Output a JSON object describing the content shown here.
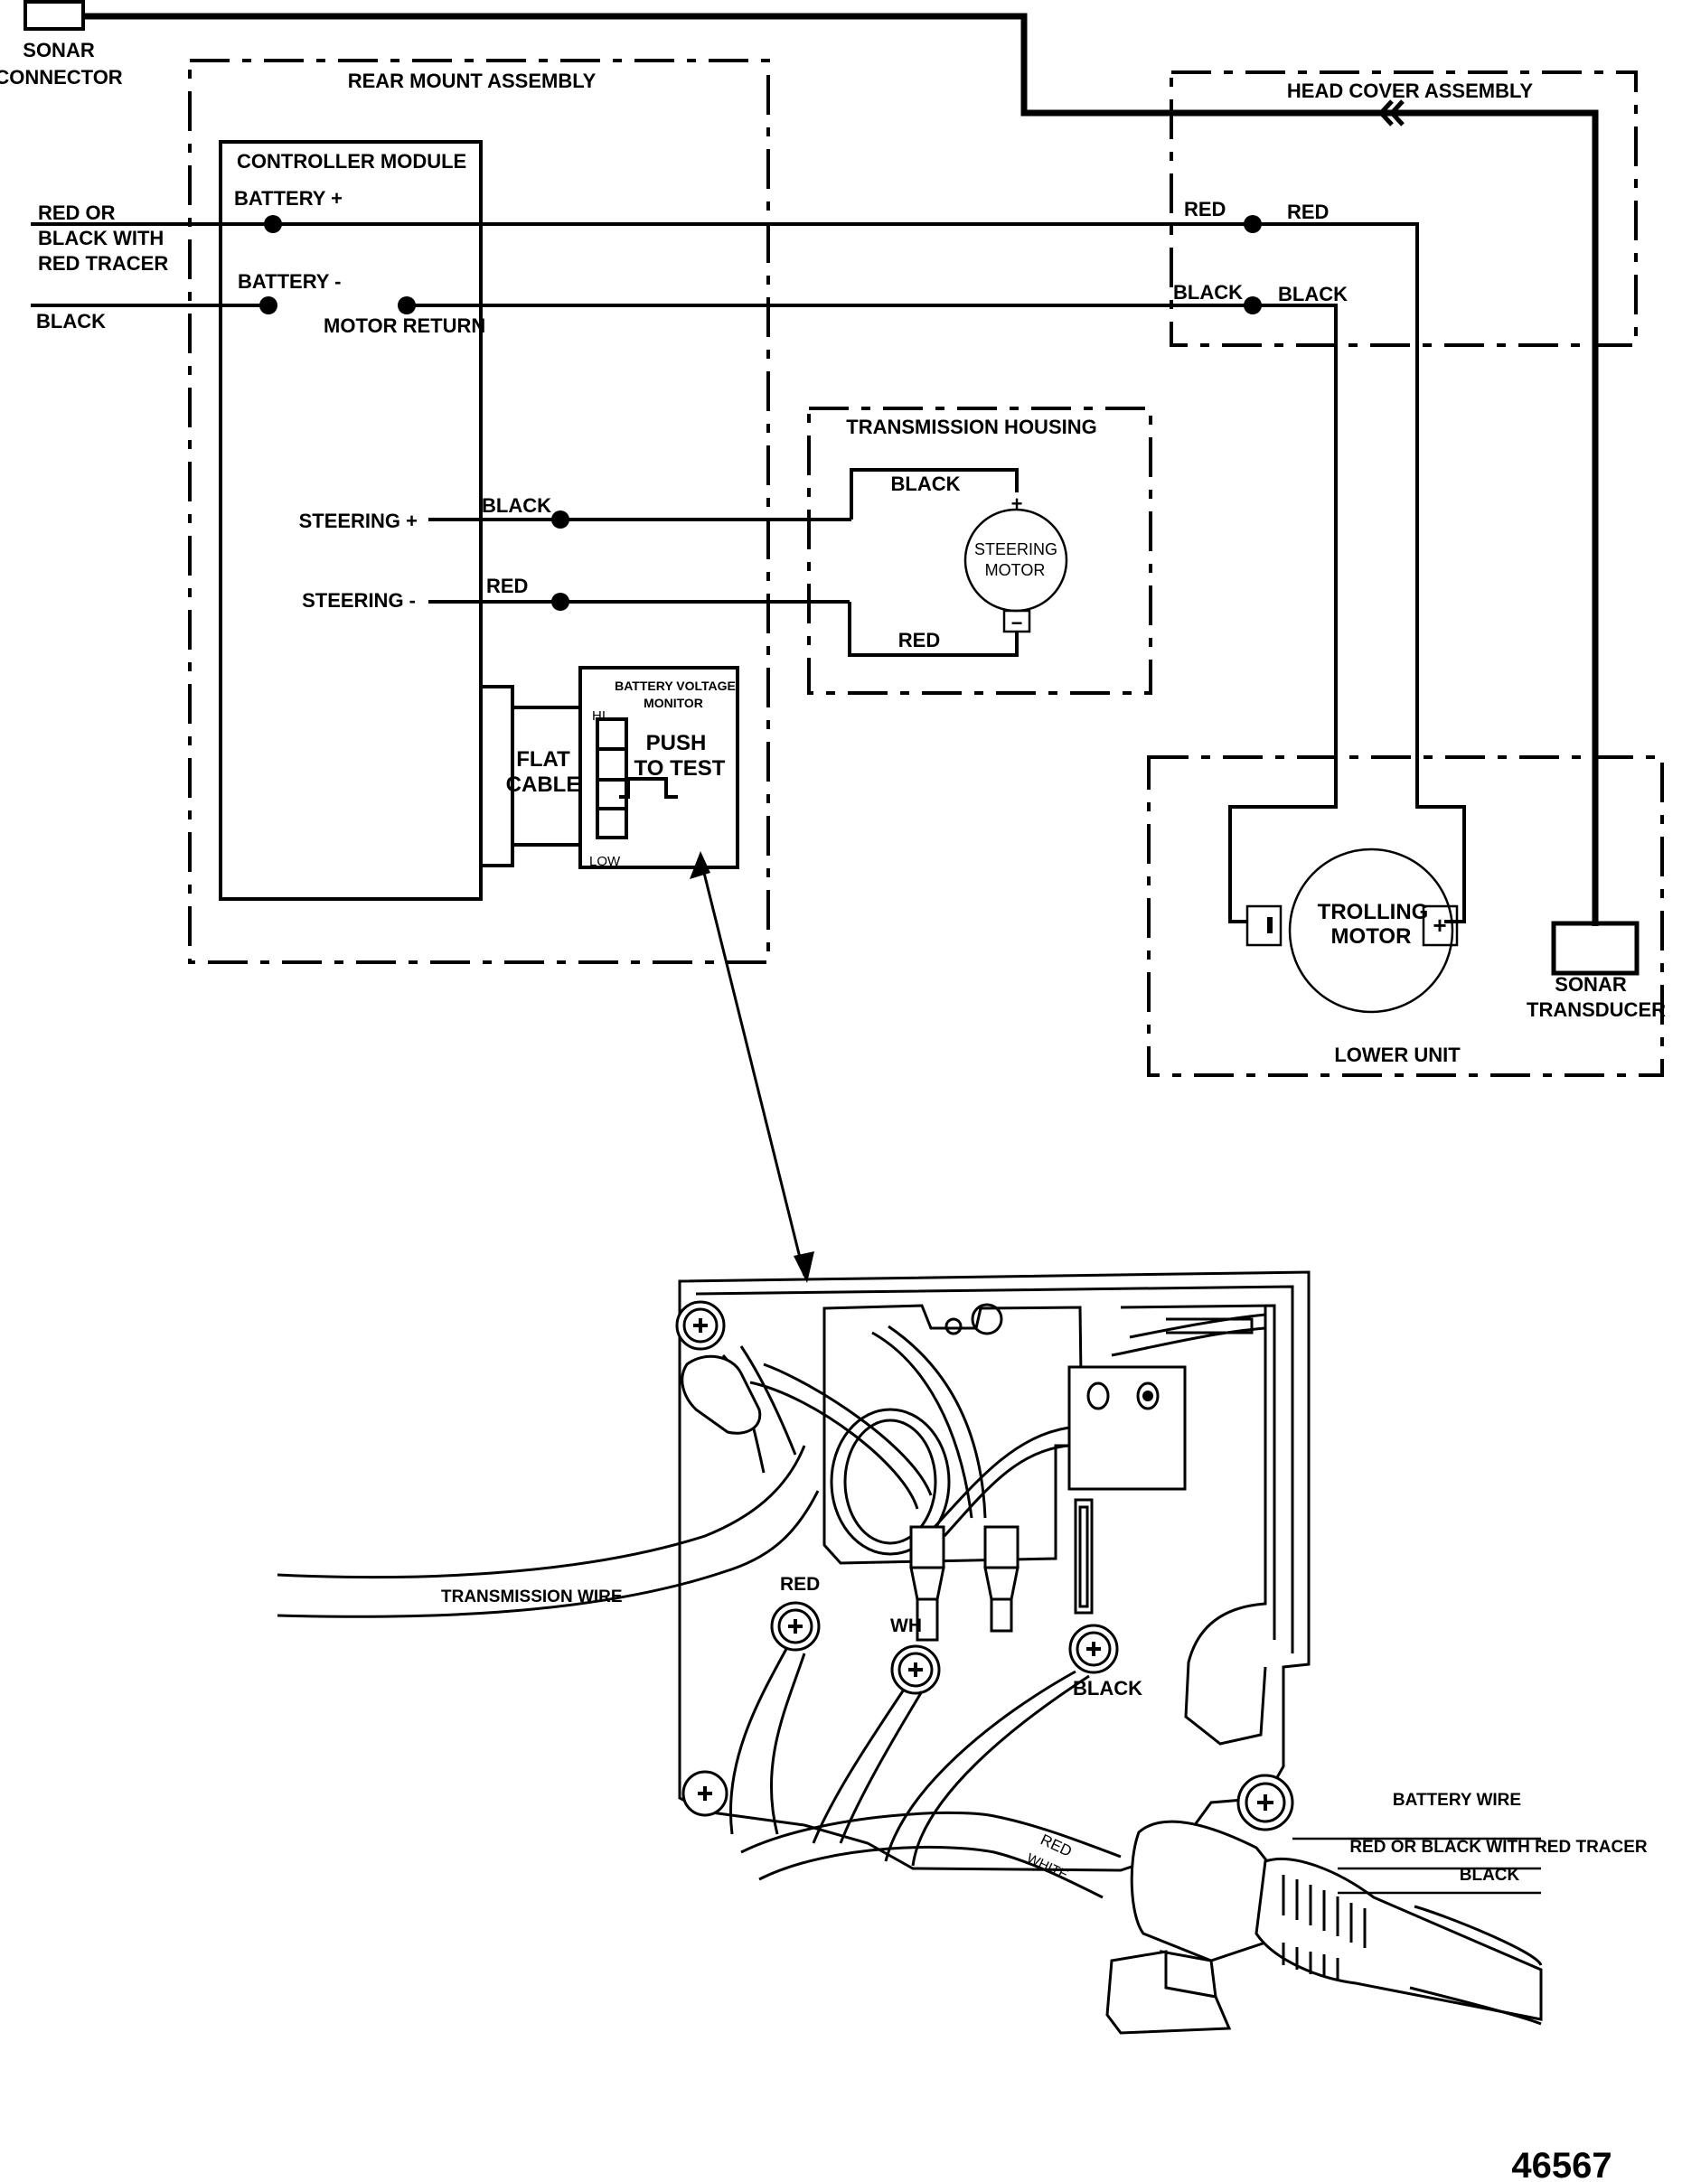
{
  "figure_number": "46567",
  "sonar_connector": {
    "label_line1": "SONAR",
    "label_line2": "CONNECTOR"
  },
  "battery_leads": {
    "positive_line1": "RED  OR",
    "positive_line2": "BLACK WITH",
    "positive_line3": "RED TRACER",
    "negative": "BLACK"
  },
  "rear_mount": {
    "title": "REAR MOUNT ASSEMBLY",
    "controller": {
      "title": "CONTROLLER MODULE",
      "battery_pos": "BATTERY +",
      "battery_neg": "BATTERY -",
      "motor_return": "MOTOR RETURN",
      "steering_pos": "STEERING +",
      "steering_neg": "STEERING -"
    },
    "steering_pos_wire": "BLACK",
    "steering_neg_wire": "RED",
    "flat_cable_line1": "FLAT",
    "flat_cable_line2": "CABLE",
    "voltage_monitor": {
      "title_line1": "BATTERY VOLTAGE",
      "title_line2": "MONITOR",
      "hi": "HI",
      "low": "LOW",
      "push_line1": "PUSH",
      "push_line2": "TO TEST",
      "segments": 4
    }
  },
  "head_cover": {
    "title": "HEAD COVER ASSEMBLY",
    "red_in": "RED",
    "red_out": "RED",
    "black_in": "BLACK",
    "black_out": "BLACK"
  },
  "transmission_housing": {
    "title": "TRANSMISSION HOUSING",
    "black": "BLACK",
    "red": "RED",
    "motor_line1": "STEERING",
    "motor_line2": "MOTOR",
    "pos": "+",
    "neg": "−"
  },
  "lower_unit": {
    "title": "LOWER UNIT",
    "motor_line1": "TROLLING",
    "motor_line2": "MOTOR",
    "neg": "▌",
    "pos": "+",
    "transducer_line1": "SONAR",
    "transducer_line2": "TRANSDUCER"
  },
  "illustration": {
    "transmission_wire": "TRANSMISSION WIRE",
    "terminal_red": "RED",
    "terminal_white": "WH",
    "terminal_black": "BLACK",
    "cable_red": "RED",
    "cable_white": "WHITE",
    "battery_wire": "BATTERY WIRE",
    "battery_pos": "RED OR BLACK WITH RED TRACER",
    "battery_neg": "BLACK"
  }
}
